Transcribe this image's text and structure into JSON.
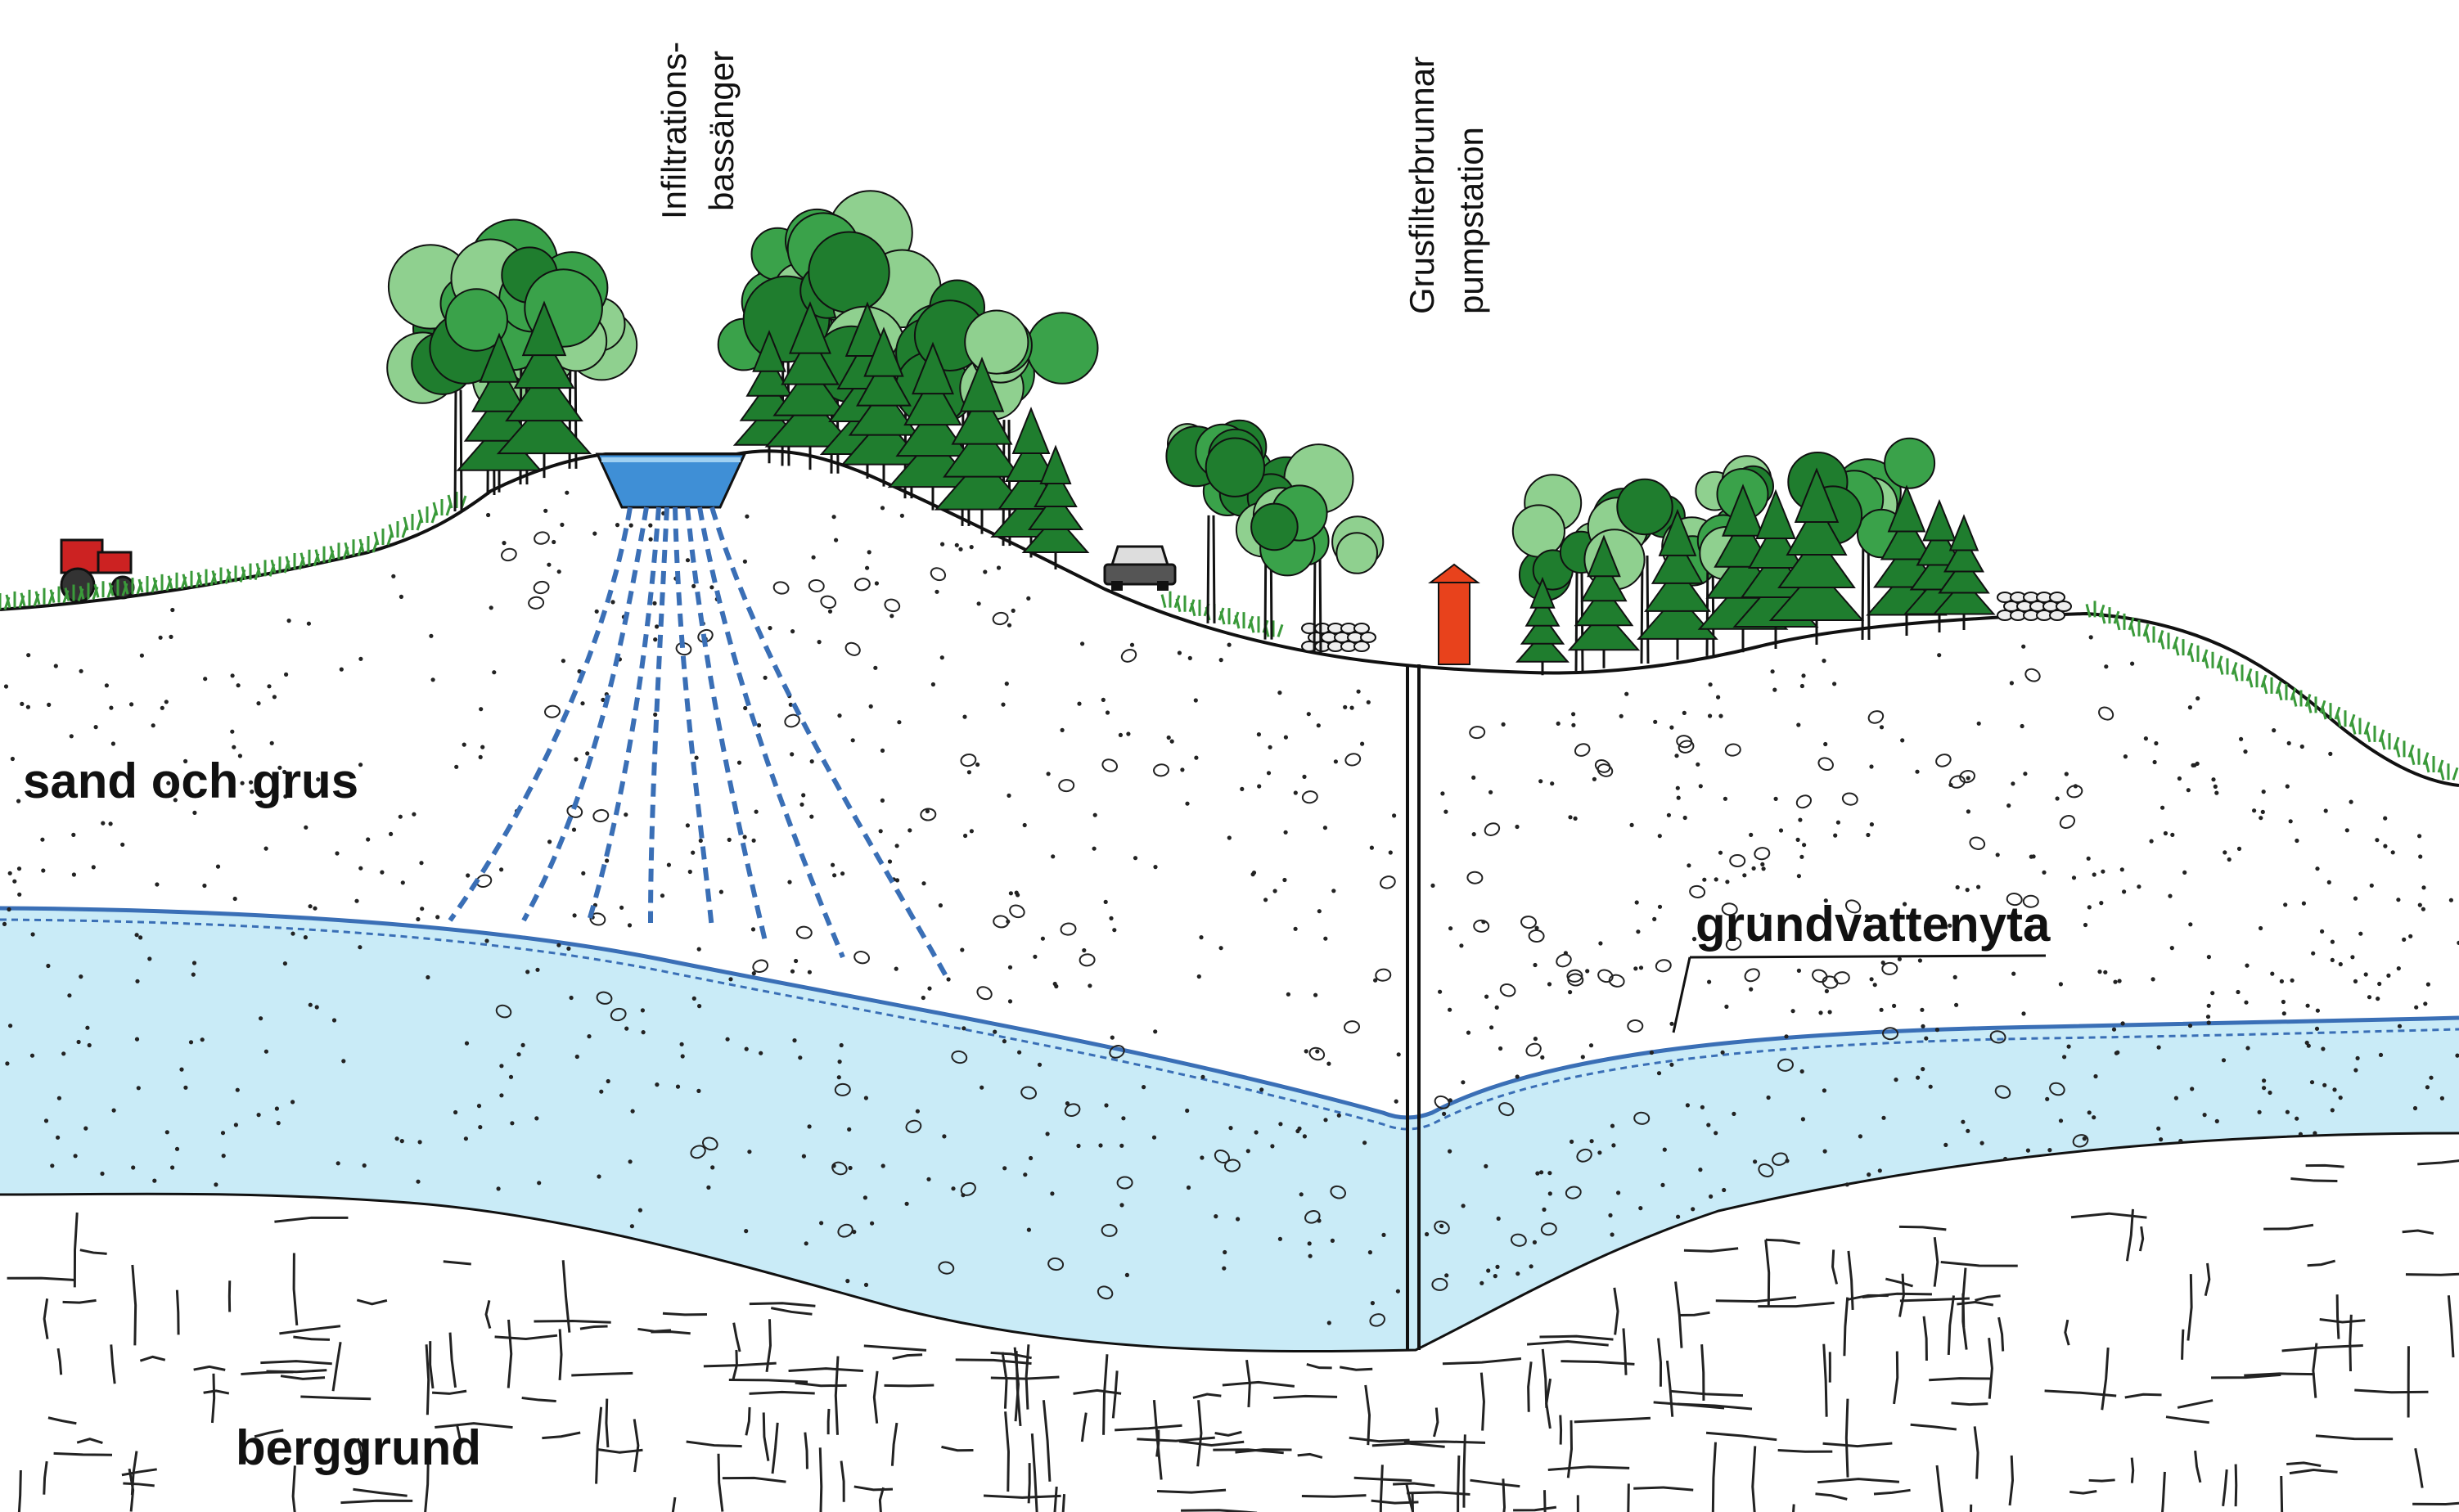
{
  "labels": {
    "sand_gravel": "sand och grus",
    "bedrock": "berggrund",
    "groundwater_surface": "grundvattenyta",
    "infiltration_line1": "Infiltrations-",
    "infiltration_line2": "bassänger",
    "well_line1": "Grusfilterbrunnar",
    "well_line2": "pumpstation"
  },
  "colors": {
    "water_fill": "#c9ebf7",
    "water_line": "#3a6fb6",
    "basin_water": "#3f8fd6",
    "pumphouse": "#e8421c",
    "tractor": "#cc2222",
    "tree_dark": "#1f7d2e",
    "tree_mid": "#3aa24a",
    "tree_light": "#8fd08f",
    "grass": "#3a9a3a",
    "outline": "#111111"
  },
  "icons": {
    "tractor": "tractor-icon",
    "car": "car-icon",
    "pumphouse": "pumphouse-icon",
    "trees": "tree-icon",
    "stones": "stone-wall-icon"
  }
}
